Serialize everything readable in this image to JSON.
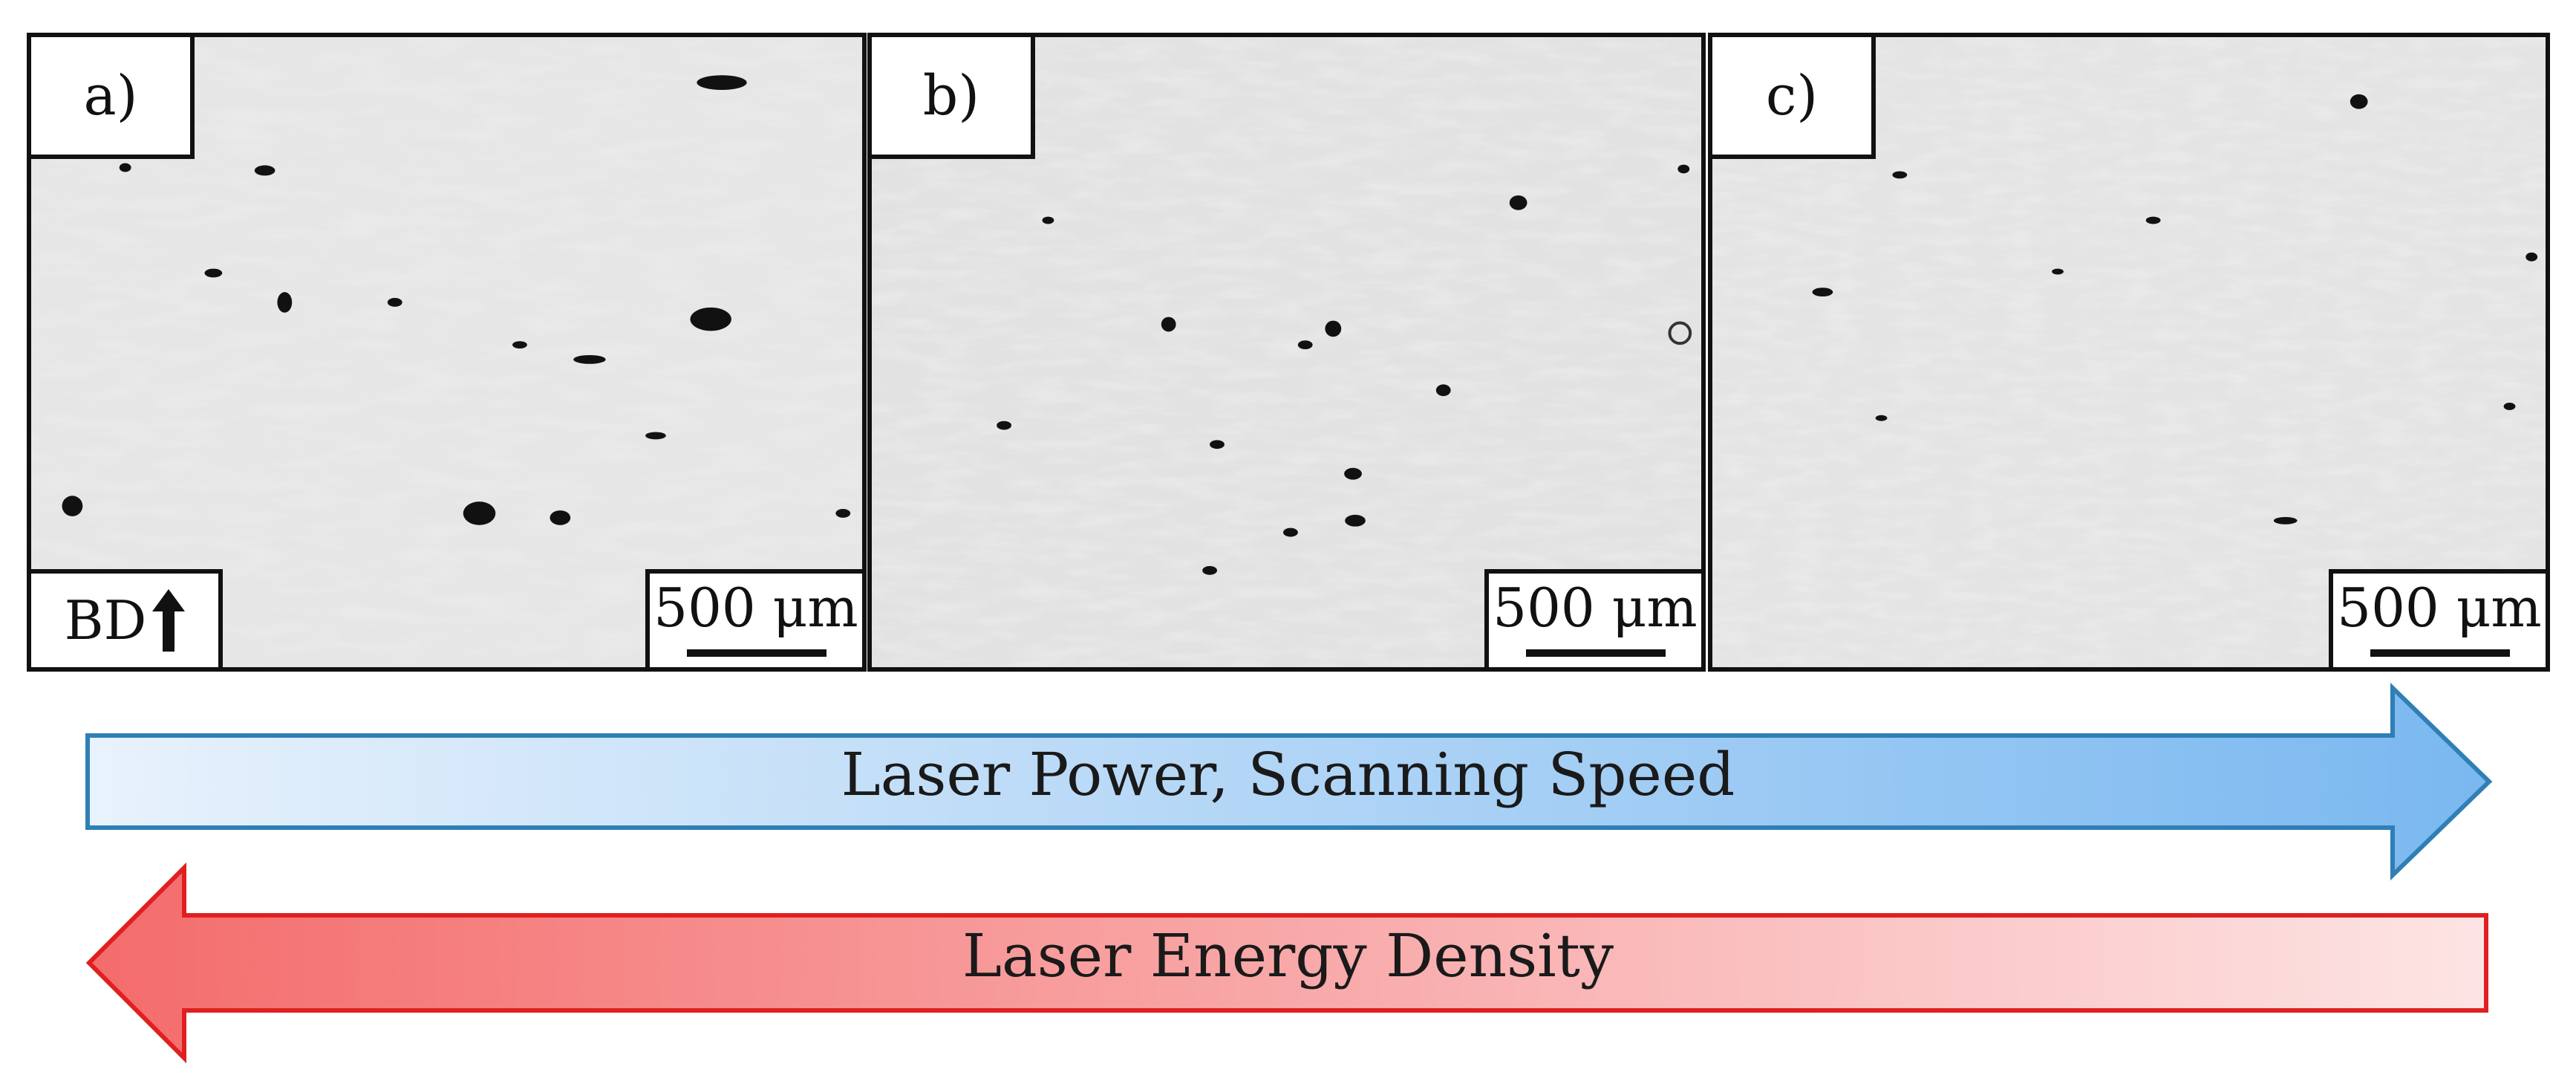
{
  "figure": {
    "panels": [
      {
        "id": "a",
        "label": "a)",
        "orientation": "BD",
        "scale": "500 μm"
      },
      {
        "id": "b",
        "label": "b)",
        "scale": "500 μm"
      },
      {
        "id": "c",
        "label": "c)",
        "scale": "500 μm"
      }
    ],
    "arrow_increase": {
      "label": "Laser Power, Scanning Speed",
      "direction": "right",
      "color": "#5aa9ec"
    },
    "arrow_decrease": {
      "label": "Laser Energy Density",
      "direction": "left",
      "color": "#f26b6b"
    }
  }
}
